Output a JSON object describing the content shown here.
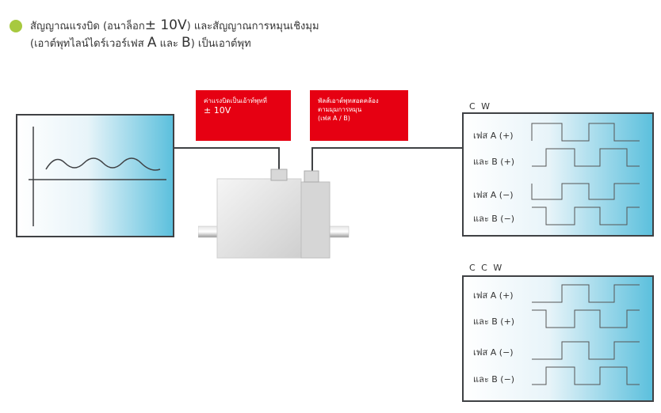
{
  "heading": {
    "line1_a": "สัญญาณแรงบิด (อนาล็อก",
    "line1_pm": "± 10V",
    "line1_b": ") และสัญญาณการหมุนเชิงมุม",
    "line2_a": "(เอาต์พุทไลน์ไดร์เวอร์เฟส ",
    "line2_A": "A",
    "line2_b": " และ ",
    "line2_B": "B",
    "line2_c": ") เป็นเอาต์พุท"
  },
  "torque_box": {
    "line1": "ค่าแรงบิดเป็นเอ้าท์พุทที่",
    "line2": "± 10V"
  },
  "pulse_box": {
    "line1": "พัลส์เอาต์พุทสอดคล้อง",
    "line2": "ตามมุมการหมุน",
    "line3": "(เฟส A / B)"
  },
  "cw_panel": {
    "title": "C W",
    "signals": [
      {
        "name": "เฟส A",
        "sign": "(+)"
      },
      {
        "name": "และ B",
        "sign": "(+)"
      },
      {
        "name": "เฟส A",
        "sign": "(−)"
      },
      {
        "name": "และ B",
        "sign": "(−)"
      }
    ]
  },
  "ccw_panel": {
    "title": "C C W",
    "signals": [
      {
        "name": "เฟส A",
        "sign": "(+)"
      },
      {
        "name": "และ B",
        "sign": "(+)"
      },
      {
        "name": "เฟส A",
        "sign": "(−)"
      },
      {
        "name": "และ B",
        "sign": "(−)"
      }
    ]
  },
  "colors": {
    "accent_green": "#a7c93f",
    "box_red": "#e60012",
    "screen_blue": "#5cc0dd",
    "wire": "#3f4144"
  }
}
